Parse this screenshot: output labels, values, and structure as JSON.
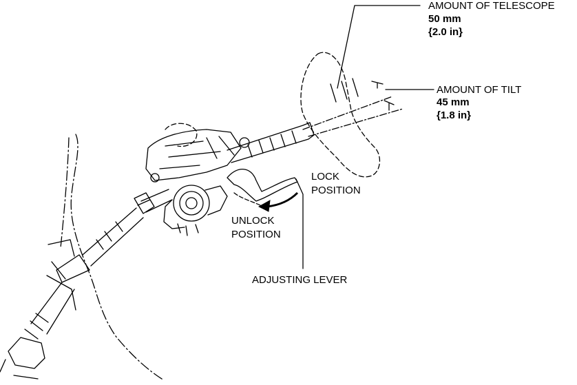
{
  "labels": {
    "telescope": {
      "title": "AMOUNT OF TELESCOPE",
      "value_mm": "50 mm",
      "value_in": "{2.0 in}"
    },
    "tilt": {
      "title": "AMOUNT OF TILT",
      "value_mm": "45 mm",
      "value_in": "{1.8 in}"
    },
    "lock": {
      "line1": "LOCK",
      "line2": "POSITION"
    },
    "unlock": {
      "line1": "UNLOCK",
      "line2": "POSITION"
    },
    "adjusting_lever": "ADJUSTING LEVER"
  },
  "colors": {
    "line": "#000000",
    "background": "#ffffff"
  }
}
